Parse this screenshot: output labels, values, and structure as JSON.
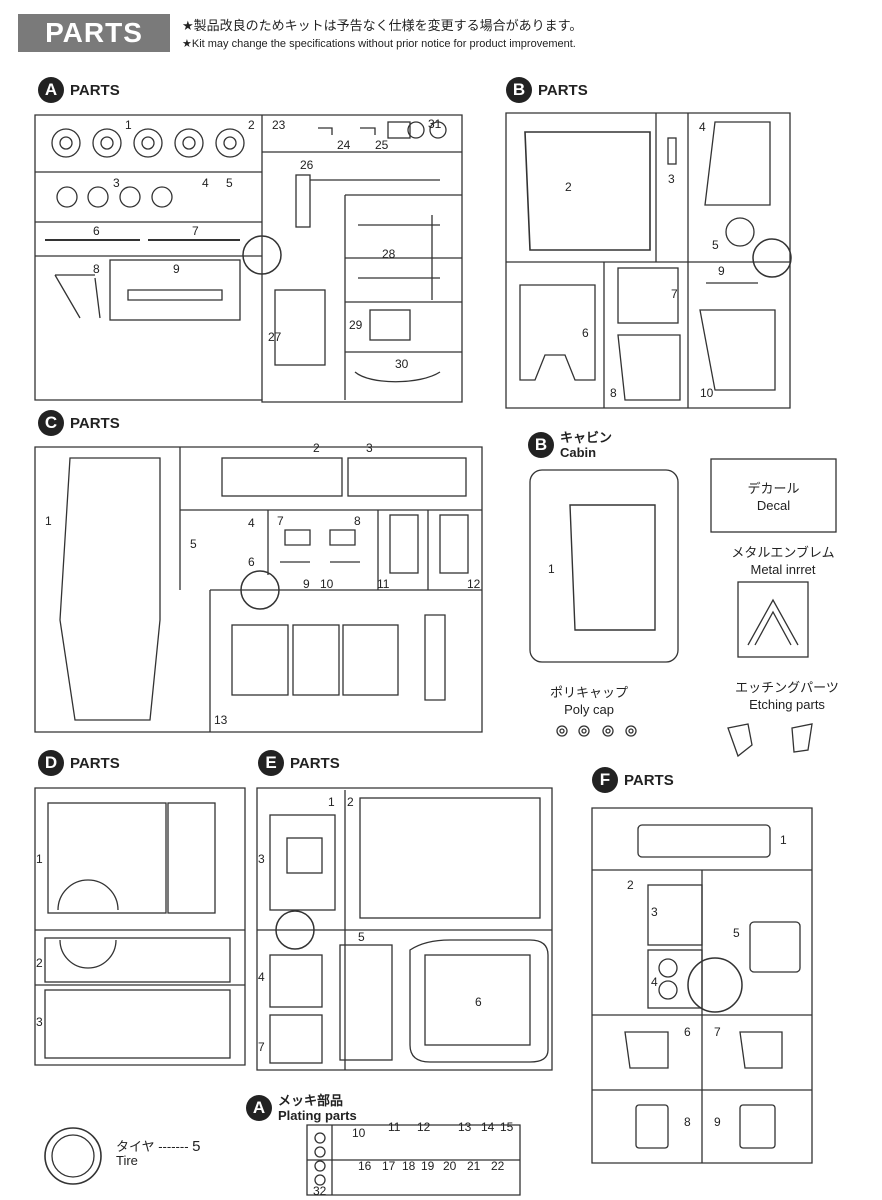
{
  "header": {
    "title": "PARTS",
    "note_jp": "★製品改良のためキットは予告なく仕様を変更する場合があります。",
    "note_en": "★Kit may change the specifications without prior notice for product improvement."
  },
  "sections": {
    "a": {
      "letter": "A",
      "label": "PARTS",
      "numbers": [
        "1",
        "2",
        "3",
        "4",
        "5",
        "6",
        "7",
        "8",
        "9",
        "23",
        "24",
        "25",
        "26",
        "27",
        "28",
        "29",
        "30",
        "31"
      ]
    },
    "b": {
      "letter": "B",
      "label": "PARTS",
      "numbers": [
        "2",
        "3",
        "4",
        "5",
        "6",
        "7",
        "8",
        "9",
        "10"
      ]
    },
    "c": {
      "letter": "C",
      "label": "PARTS",
      "numbers": [
        "1",
        "2",
        "3",
        "4",
        "5",
        "6",
        "7",
        "8",
        "9",
        "10",
        "11",
        "12",
        "13"
      ]
    },
    "bc": {
      "letter": "B",
      "label_jp": "キャビン",
      "label_en": "Cabin",
      "numbers": [
        "1"
      ]
    },
    "d": {
      "letter": "D",
      "label": "PARTS",
      "numbers": [
        "1",
        "2",
        "3"
      ]
    },
    "e": {
      "letter": "E",
      "label": "PARTS",
      "numbers": [
        "1",
        "2",
        "3",
        "4",
        "5",
        "6",
        "7"
      ]
    },
    "f": {
      "letter": "F",
      "label": "PARTS",
      "numbers": [
        "1",
        "2",
        "3",
        "4",
        "5",
        "6",
        "7",
        "8",
        "9"
      ]
    },
    "plating": {
      "letter": "A",
      "label_jp": "メッキ部品",
      "label_en": "Plating parts",
      "numbers": [
        "10",
        "11",
        "12",
        "13",
        "14",
        "15",
        "16",
        "17",
        "18",
        "19",
        "20",
        "21",
        "22",
        "32"
      ]
    }
  },
  "extras": {
    "decal_jp": "デカール",
    "decal_en": "Decal",
    "emblem_jp": "メタルエンブレム",
    "emblem_en": "Metal inrret",
    "polycap_jp": "ポリキャップ",
    "polycap_en": "Poly cap",
    "etching_jp": "エッチングパーツ",
    "etching_en": "Etching parts",
    "tire_jp": "タイヤ -------",
    "tire_num": "5",
    "tire_en": "Tire"
  }
}
